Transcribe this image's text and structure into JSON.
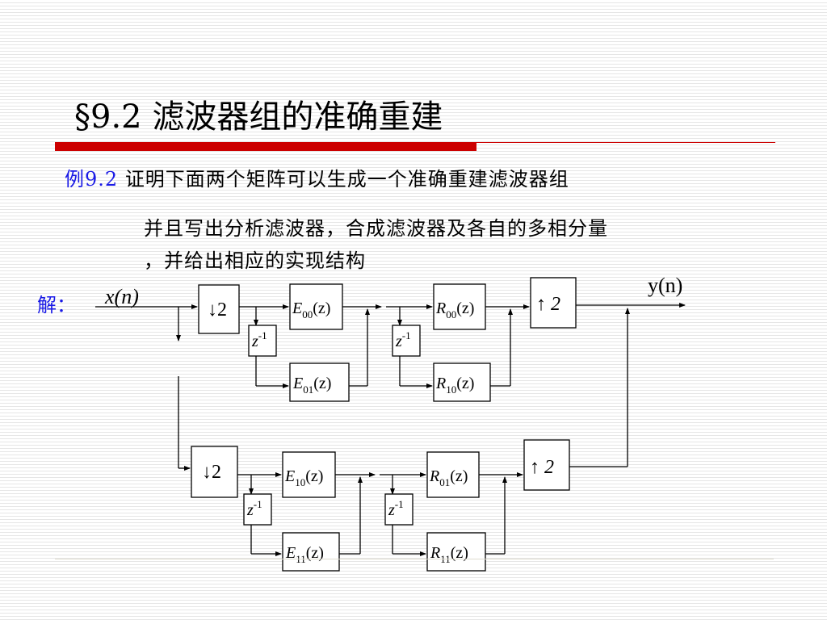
{
  "header": {
    "title": "§9.2 滤波器组的准确重建"
  },
  "example": {
    "label": "例9.2",
    "line1": "证明下面两个矩阵可以生成一个准确重建滤波器组",
    "line2": "并且写出分析滤波器，合成滤波器及各自的多相分量",
    "line3": "，并给出相应的实现结构"
  },
  "solution": {
    "label": "解："
  },
  "diagram": {
    "input": "x(n)",
    "output": "y(n)",
    "down": "↓2",
    "up": "↑ 2",
    "delay": "z",
    "blocks": {
      "E00": {
        "sym": "E",
        "sub": "00",
        "arg": "(z)"
      },
      "E01": {
        "sym": "E",
        "sub": "01",
        "arg": "(z)"
      },
      "E10": {
        "sym": "E",
        "sub": "10",
        "arg": "(z)"
      },
      "E11": {
        "sym": "E",
        "sub": "11",
        "arg": "(z)"
      },
      "R00": {
        "sym": "R",
        "sub": "00",
        "arg": "(z)"
      },
      "R10": {
        "sym": "R",
        "sub": "10",
        "arg": "(z)"
      },
      "R01": {
        "sym": "R",
        "sub": "01",
        "arg": "(z)"
      },
      "R11": {
        "sym": "R",
        "sub": "11",
        "arg": "(z)"
      }
    }
  }
}
